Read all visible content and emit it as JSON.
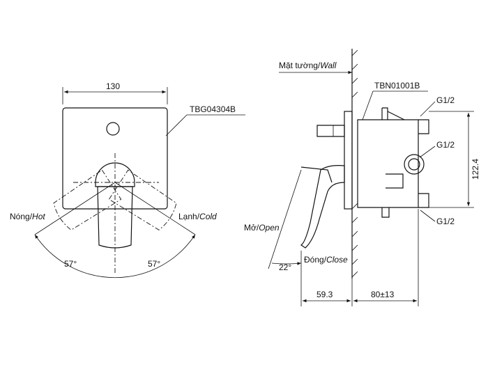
{
  "front_view": {
    "width_dim": "130",
    "model": "TBG04304B",
    "hot_label": "Nóng/",
    "hot_label_en": "Hot",
    "cold_label": "Lạnh/",
    "cold_label_en": "Cold",
    "angle_left": "57°",
    "angle_right": "57°"
  },
  "side_view": {
    "wall_label": "Mặt tường/",
    "wall_label_en": "Wall",
    "body_model": "TBN01001B",
    "port_top": "G1/2",
    "port_mid": "G1/2",
    "port_bottom": "G1/2",
    "height_dim": "122.4",
    "open_label": "Mở/",
    "open_label_en": "Open",
    "close_label": "Đóng/",
    "close_label_en": "Close",
    "angle": "22°",
    "depth_front": "59.3",
    "depth_back": "80±13"
  },
  "colors": {
    "line": "#111111",
    "background": "#ffffff"
  }
}
